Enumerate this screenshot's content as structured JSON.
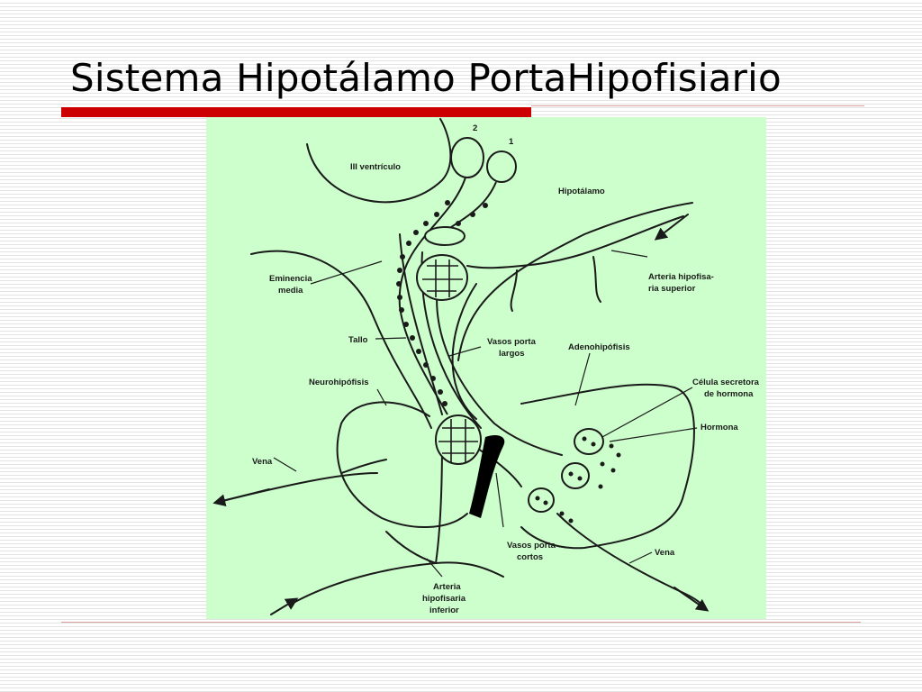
{
  "slide": {
    "title": "Sistema Hipotálamo PortaHipofisiario",
    "accent_color": "#cc0000",
    "rule_color": "#d9a0a0"
  },
  "diagram": {
    "background_color": "#ccffcc",
    "line_color": "#1a1a1a",
    "labels": {
      "neuron_2": "2",
      "neuron_1": "1",
      "third_ventricle": "III ventrículo",
      "hypothalamus": "Hipotálamo",
      "median_eminence_1": "Eminencia",
      "median_eminence_2": "media",
      "superior_artery_1": "Arteria hipofisa-",
      "superior_artery_2": "ria superior",
      "stalk": "Tallo",
      "long_portal_1": "Vasos porta",
      "long_portal_2": "largos",
      "adenohypophysis": "Adenohipófisis",
      "neurohypophysis": "Neurohipófisis",
      "secretory_cell_1": "Célula secretora",
      "secretory_cell_2": "de hormona",
      "hormone": "Hormona",
      "vein_left": "Vena",
      "short_portal_1": "Vasos porta",
      "short_portal_2": "cortos",
      "vein_right": "Vena",
      "inferior_artery_1": "Arteria",
      "inferior_artery_2": "hipofisaria",
      "inferior_artery_3": "inferior"
    }
  }
}
